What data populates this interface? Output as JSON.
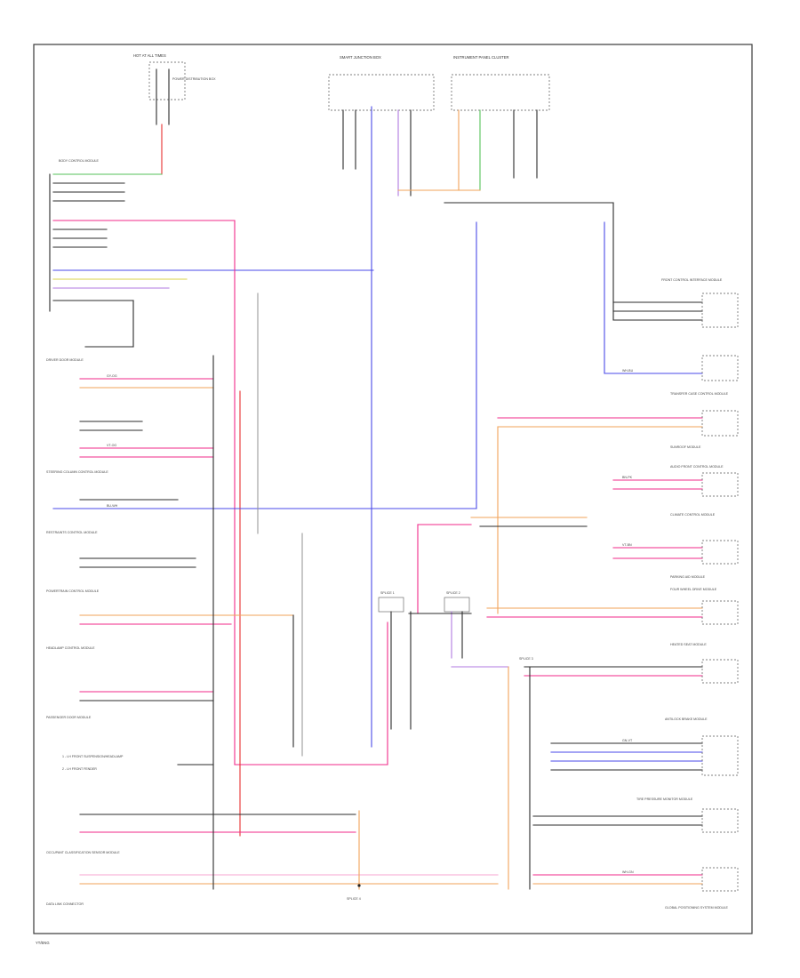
{
  "diagram": {
    "footer_code": "YT/ENG",
    "legend": {
      "l1": "1 - LH FRONT SUSPENSION/HEADLAMP",
      "l2": "2 - LH FRONT FENDER"
    },
    "modules_left": [
      "HOT AT ALL TIMES",
      "POWER DISTRIBUTION BOX",
      "BODY CONTROL MODULE",
      "DRIVER DOOR MODULE",
      "STEERING COLUMN CONTROL MODULE",
      "RESTRAINTS CONTROL MODULE",
      "POWERTRAIN CONTROL MODULE",
      "HEADLAMP CONTROL MODULE",
      "PASSENGER DOOR MODULE",
      "OCCUPANT CLASSIFICATION SENSOR MODULE",
      "DATA LINK CONNECTOR"
    ],
    "modules_top": [
      "SMART JUNCTION BOX",
      "INSTRUMENT PANEL CLUSTER"
    ],
    "modules_right": [
      "FRONT CONTROL INTERFACE MODULE",
      "TRANSFER CASE CONTROL MODULE",
      "SUNROOF MODULE",
      "AUDIO FRONT CONTROL MODULE",
      "CLIMATE CONTROL MODULE",
      "PARKING AID MODULE",
      "FOUR WHEEL DRIVE MODULE",
      "HEATED SEAT MODULE",
      "ANTILOCK BRAKE MODULE",
      "TIRE PRESSURE MONITOR MODULE",
      "GLOBAL POSITIONING SYSTEM MODULE"
    ],
    "splices": [
      "SPLICE 1",
      "SPLICE 2",
      "SPLICE 3",
      "SPLICE 4"
    ],
    "wire_codes": [
      "GY-OG",
      "VT-OG",
      "BU-WH",
      "WH-BU",
      "BN-PK",
      "VT-BN",
      "GN-VT",
      "WH-GN"
    ]
  }
}
